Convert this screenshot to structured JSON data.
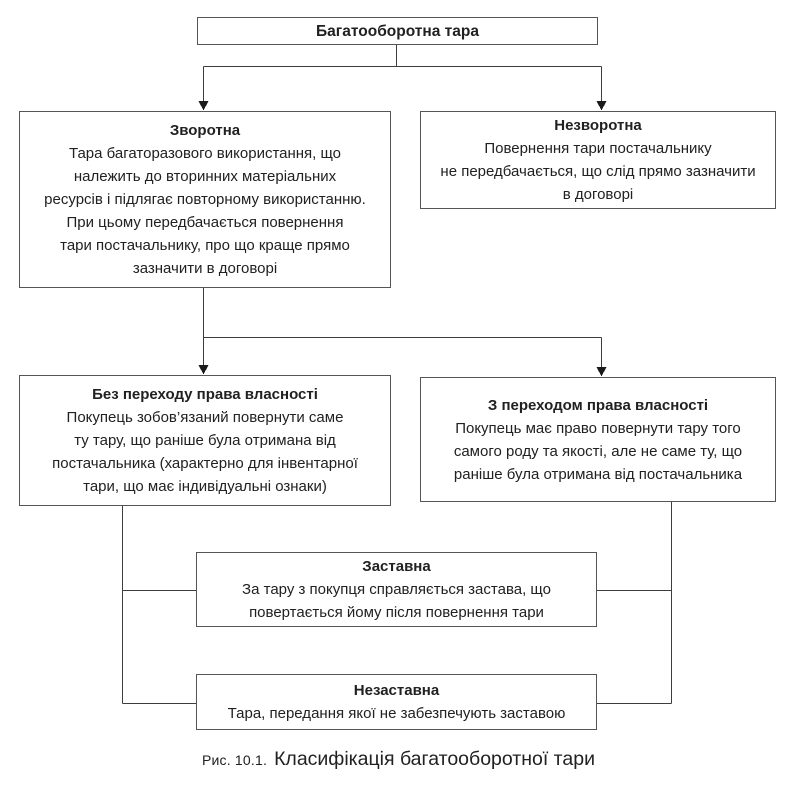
{
  "diagram": {
    "root": {
      "title": "Багатооборотна тара"
    },
    "level2": [
      {
        "title": "Зворотна",
        "body": "Тара багаторазового використання, що\nналежить до вторинних матеріальних\nресурсів і підлягає повторному використанню.\nПри цьому передбачається повернення\nтари постачальнику, про що краще прямо\nзазначити в договорі"
      },
      {
        "title": "Незворотна",
        "body": "Повернення тари постачальнику\nне передбачається, що слід прямо зазначити\nв договорі"
      }
    ],
    "level3": [
      {
        "title": "Без переходу права власності",
        "body": "Покупець зобов’язаний повернути саме\nту тару, що раніше була отримана від\nпостачальника (характерно для інвентарної\nтари, що має індивідуальні ознаки)"
      },
      {
        "title": "З переходом права власності",
        "body": "Покупець має право повернути тару того\nсамого роду та якості, але не саме ту, що\nраніше була отримана від постачальника"
      }
    ],
    "level4": [
      {
        "title": "Заставна",
        "body": "За тару з покупця справляється застава, що\nповертається йому після повернення тари"
      },
      {
        "title": "Незаставна",
        "body": "Тара, передання якої не забезпечують заставою"
      }
    ],
    "caption": {
      "prefix": "Рис. 10.1.",
      "text": "Класифікація багатооборотної тари"
    },
    "colors": {
      "box_border": "#555555",
      "connector_line": "#3d3d3d",
      "arrowhead": "#1a1a1a",
      "text": "#212121",
      "background": "#ffffff"
    }
  }
}
